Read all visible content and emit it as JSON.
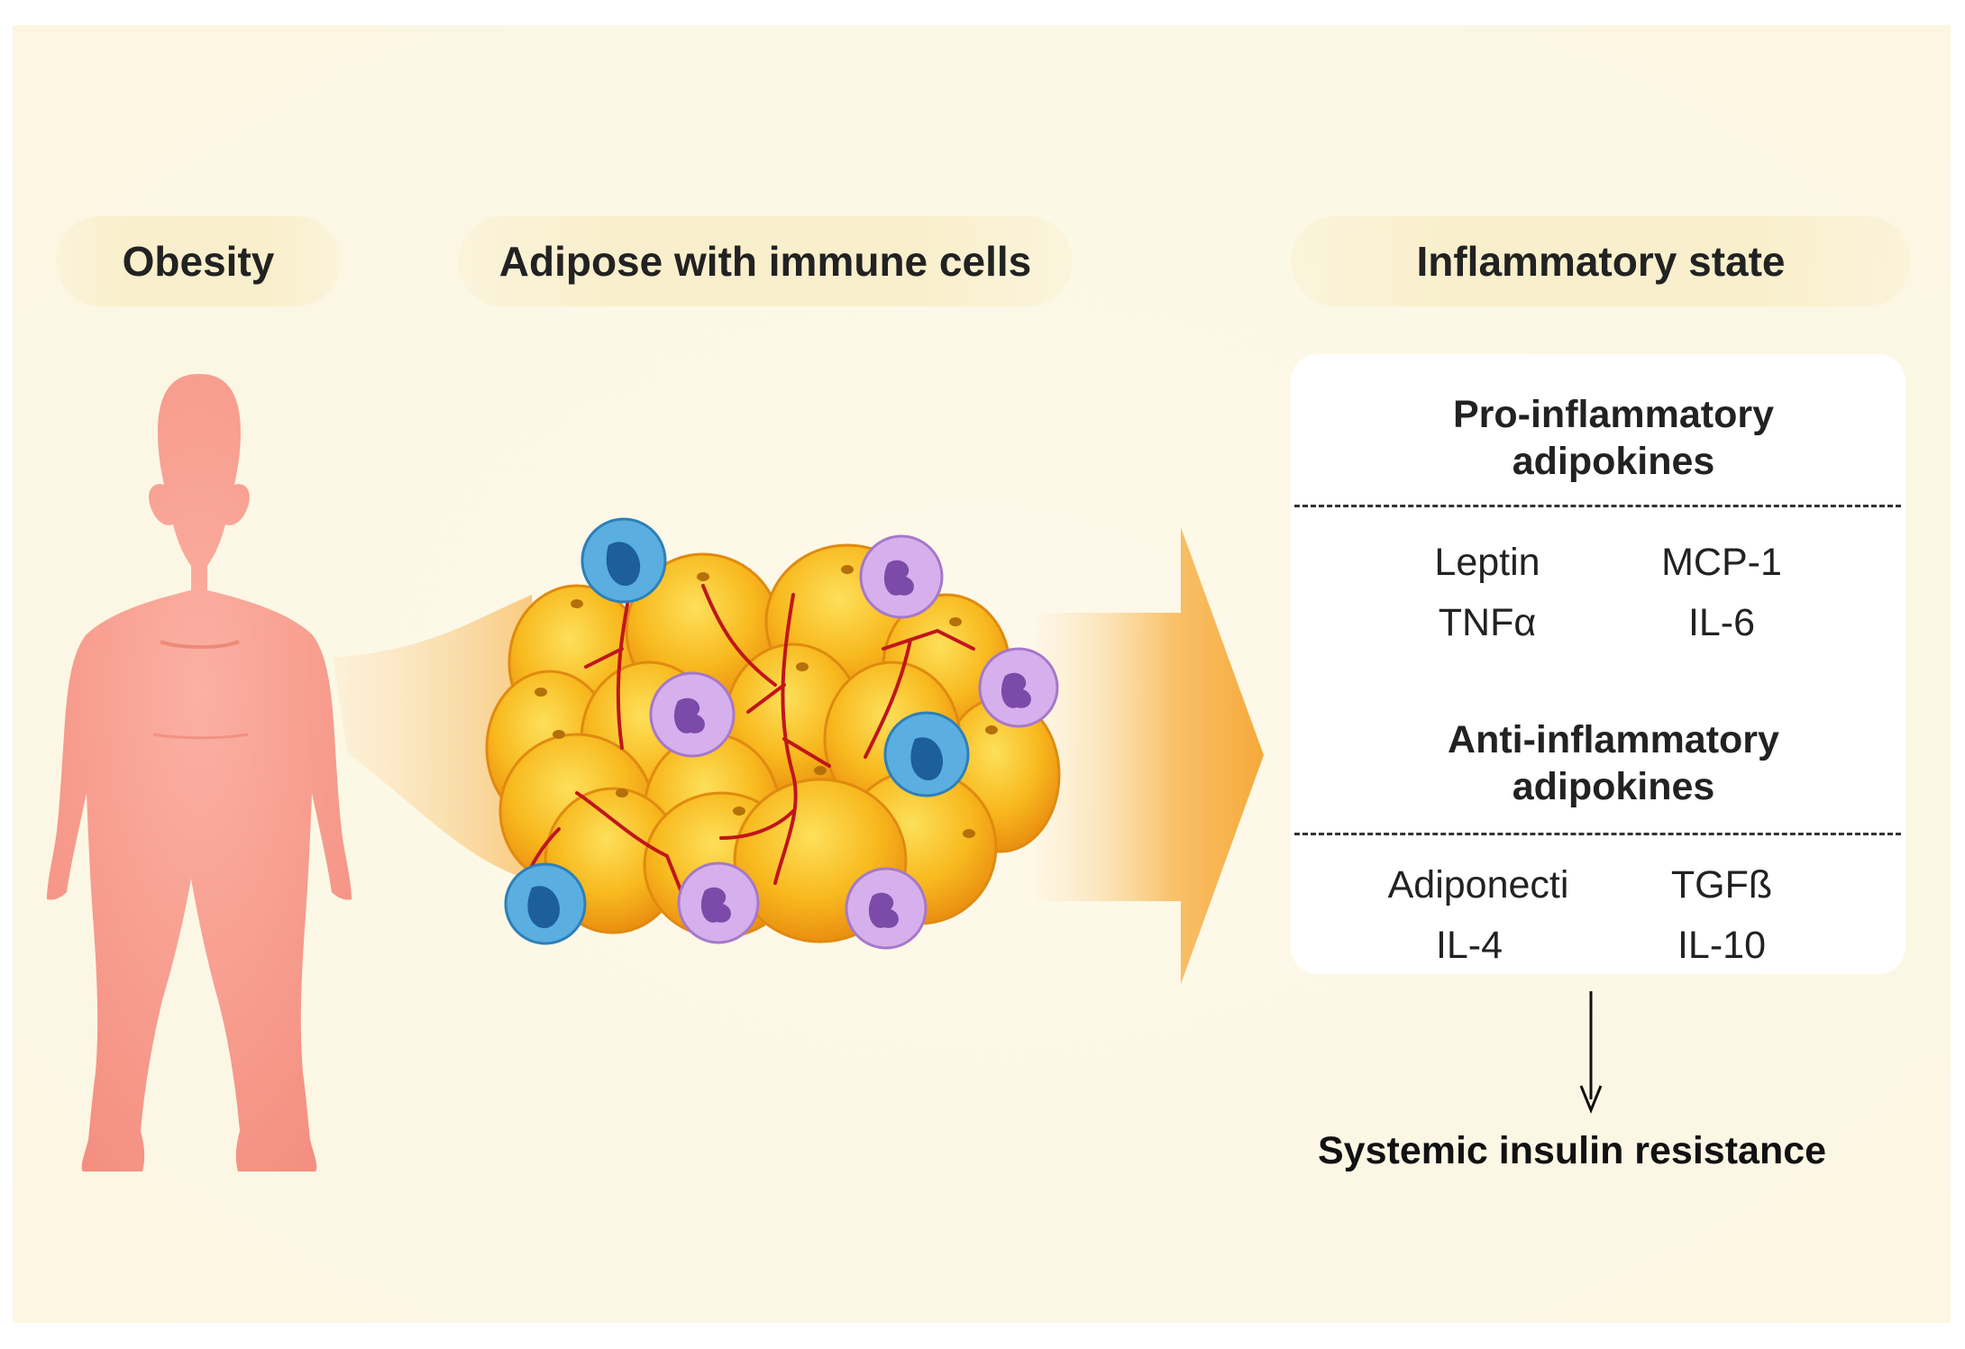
{
  "headers": {
    "obesity": "Obesity",
    "adipose": "Adipose with immune cells",
    "inflammatory": "Inflammatory state"
  },
  "pro": {
    "title_line1": "Pro-inflammatory",
    "title_line2": "adipokines",
    "items": [
      "Leptin",
      "MCP-1",
      "TNFα",
      "IL-6"
    ],
    "icon_color": "#1a8f3c"
  },
  "anti": {
    "title_line1": "Anti-inflammatory",
    "title_line2": "adipokines",
    "items": [
      "Adiponecti",
      "TGFß",
      "IL-4",
      "IL-10"
    ],
    "icon_color": "#8b1010"
  },
  "outcome": "Systemic insulin resistance",
  "colors": {
    "background": "#fdf9ea",
    "pill": "#f9efcc",
    "body": "#f9a596",
    "adipocyte": "#f7b21c",
    "vessel": "#c0161b",
    "lymphocyte": "#4aa3d9",
    "neutrophil": "#c79be0"
  }
}
